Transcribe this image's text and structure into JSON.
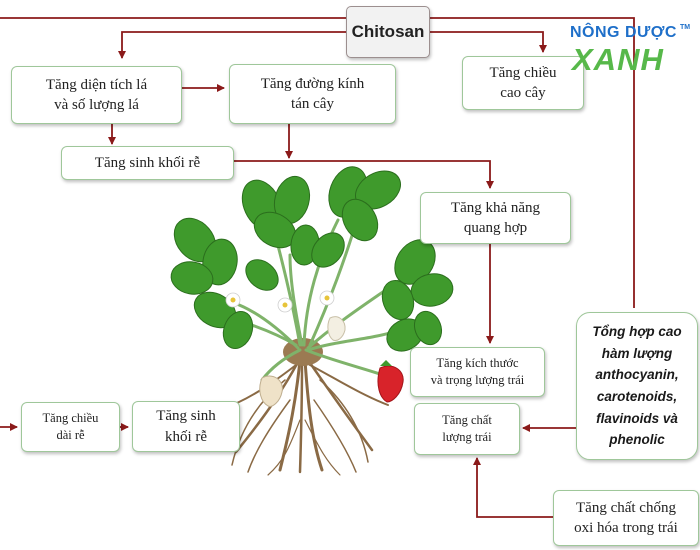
{
  "diagram": {
    "root": "Chitosan",
    "nodes": {
      "leaf_area": "Tăng diện tích lá\nvà số lượng lá",
      "canopy": "Tăng đường kính\ntán cây",
      "height": "Tăng chiều\ncao cây",
      "root_biomass_top": "Tăng sinh khối rễ",
      "photosynthesis": "Tăng khả năng\nquang hợp",
      "fruit_size": "Tăng kích thước\nvà trọng lượng trái",
      "root_length": "Tăng chiều\ndài rễ",
      "root_biomass_bottom": "Tăng sinh\nkhối rễ",
      "fruit_quality": "Tăng chất\nlượng trái",
      "synthesis": "Tổng hợp cao\nhàm lượng\nanthocyanin,\ncarotenoids,\nflavinoids và\nphenolic",
      "antioxidant": "Tăng chất chống\noxi hóa trong trái"
    }
  },
  "logo": {
    "top": "NÔNG DƯỢC",
    "tm": "TM",
    "bottom": "XANH"
  },
  "colors": {
    "arrow": "#8b1a1a",
    "box_border": "#9fc79a",
    "leaf": "#3f9a2c",
    "leaf_dark": "#2b6e1d",
    "root": "#8a6a45",
    "fruit": "#d8232a",
    "logo_blue": "#1e6fc9",
    "logo_green": "#57b84a"
  }
}
